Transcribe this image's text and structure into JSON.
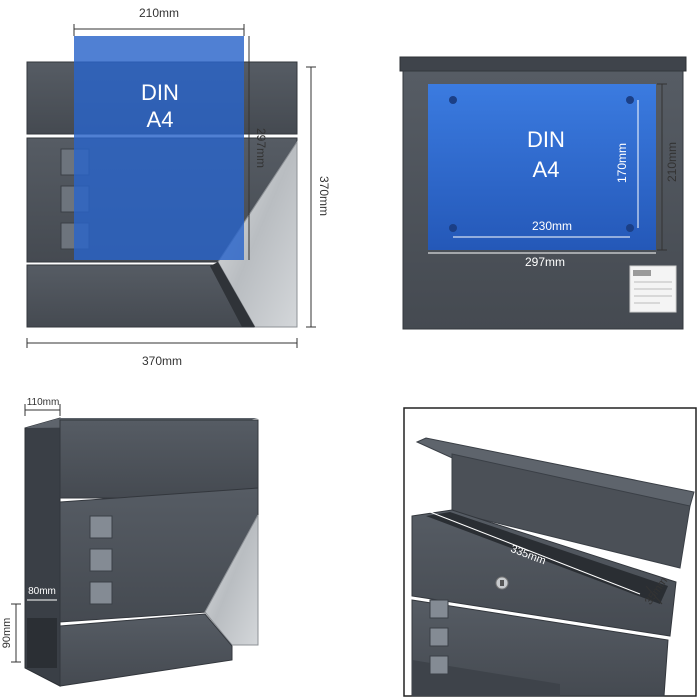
{
  "panel1": {
    "width_label": "210mm",
    "height_label": "297mm",
    "din_line1": "DIN",
    "din_line2": "A4",
    "box_height_label": "370mm",
    "box_width_label": "370mm"
  },
  "panel2": {
    "din_line1": "DIN",
    "din_line2": "A4",
    "inner_height_label": "170mm",
    "outer_height_label": "210mm",
    "inner_width_label": "230mm",
    "outer_width_label": "297mm"
  },
  "panel3": {
    "depth_label": "110mm",
    "inner_depth_label": "80mm",
    "bottom_height_label": "90mm"
  },
  "panel4": {
    "slot_width_label": "335mm",
    "slot_depth_label": "35mm"
  },
  "colors": {
    "box_gray": "#4a5058",
    "box_dark": "#3a3f46",
    "steel": "#c9cccf",
    "din_blue": "#2a64c9"
  }
}
